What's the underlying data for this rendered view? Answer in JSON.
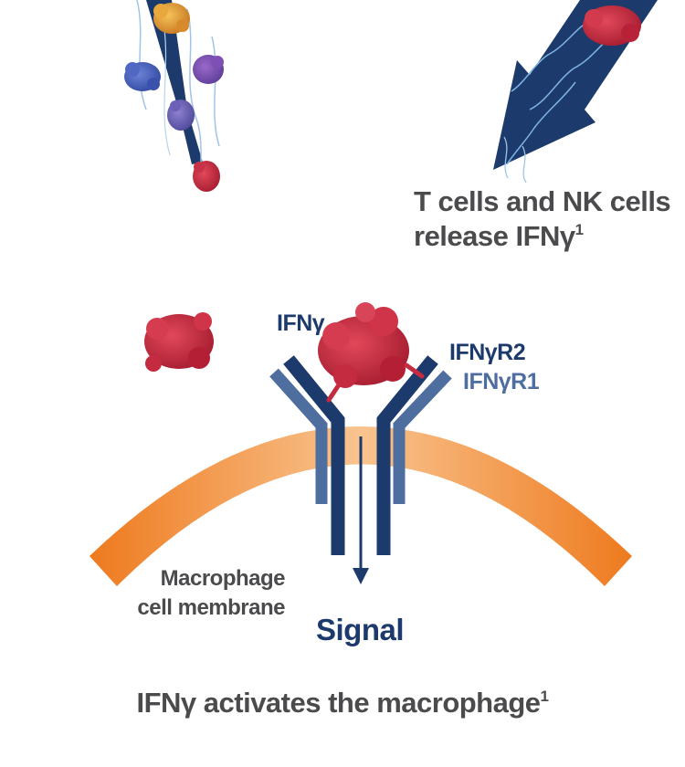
{
  "release_text": {
    "line1": "T cells and NK cells",
    "line2": "release IFNγ",
    "sup": "1"
  },
  "receptor_labels": {
    "ifng": "IFNγ",
    "r2": "IFNγR2",
    "r1": "IFNγR1"
  },
  "membrane_text": {
    "line1": "Macrophage",
    "line2": "cell membrane"
  },
  "signal_text": "Signal",
  "caption": {
    "text": "IFNγ activates the macrophage",
    "sup": "1"
  },
  "colors": {
    "navy": "#1c3a6b",
    "steel_blue": "#4f6ea0",
    "membrane_orange": "#f07f24",
    "text_gray": "#4b4b4d",
    "protein_red": "#c8283c"
  }
}
